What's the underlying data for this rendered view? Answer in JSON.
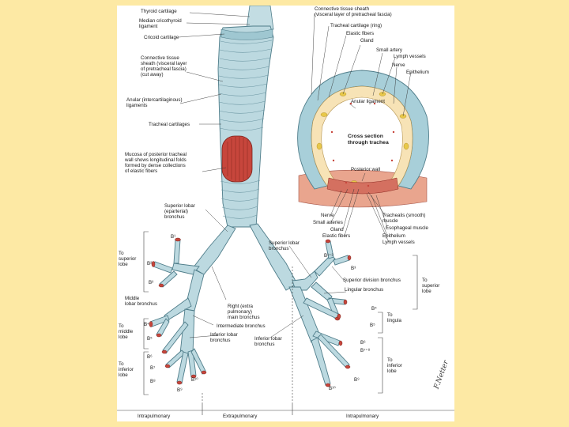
{
  "colors": {
    "page_background": "#fde9a4",
    "plate_background": "#ffffff",
    "airway_fill": "#bcd9e0",
    "airway_stroke": "#4f7d8a",
    "ring_fill": "#a8cfd9",
    "muscle_red": "#c7463c",
    "esophagus_pink": "#e9a58e",
    "gland_yellow": "#e8c84a"
  },
  "labels": {
    "thyroid_cartilage": "Thyroid cartilage",
    "median_cricothyroid": "Median cricothyroid\nligament",
    "cricoid_cartilage": "Cricoid cartilage",
    "connective_sheath_left": "Connective tissue\nsheath (visceral layer\nof pretracheal fascia)\n(cut away)",
    "anular_ligaments": "Anular (intercartilaginous)\nligaments",
    "tracheal_cartilages": "Tracheal cartilages",
    "mucosa_note": "Mucosa of posterior tracheal\nwall shows longitudinal folds\nformed by dense collections\nof elastic fibers",
    "superior_lobar_right": "Superior lobar\n(eparterial)\nbronchus",
    "to_superior_lobe_left": "To\nsuperior\nlobe",
    "middle_lobar_bronchus": "Middle\nlobar bronchus",
    "to_middle_lobe": "To\nmiddle\nlobe",
    "to_inferior_lobe_left": "To\ninferior\nlobe",
    "right_main_bronchus": "Right (extra\npulmonary)\nmain bronchus",
    "intermediate_bronchus": "Intermediate bronchus",
    "inferior_lobar_right": "Inferior lobar\nbronchus",
    "superior_lobar_left": "Superior lobar\nbronchus",
    "inferior_lobar_left": "Inferior lobar\nbronchus",
    "superior_division": "Superior division bronchus",
    "lingular_bronchus": "Lingular bronchus",
    "to_superior_lobe_right": "To\nsuperior\nlobe",
    "to_lingula": "To\nlingula",
    "to_inferior_lobe_right": "To\ninferior\nlobe",
    "connective_sheath_right": "Connective tissue sheath\n(visceral layer of pretracheal fascia)",
    "tracheal_cartilage_ring": "Tracheal cartilage (ring)",
    "elastic_fibers_top": "Elastic fibers",
    "gland_top": "Gland",
    "small_artery": "Small artery",
    "lymph_vessels_top": "Lymph vessels",
    "nerve_top": "Nerve",
    "epithelium_top": "Epithelium",
    "anular_ligament": "Anular ligament",
    "cross_section": "Cross section\nthrough trachea",
    "posterior_wall": "Posterior wall",
    "nerve_bottom": "Nerve",
    "small_arteries": "Small arteries",
    "gland_bottom": "Gland",
    "elastic_fibers_bottom": "Elastic fibers",
    "trachealis_muscle": "Trachealis (smooth)\nmuscle",
    "esophageal_muscle": "Esophageal muscle",
    "epithelium_bottom": "Epithelium",
    "lymph_vessels_bottom": "Lymph vessels",
    "intrapulmonary_left": "Intrapulmonary",
    "extrapulmonary": "Extrapulmonary",
    "intrapulmonary_right": "Intrapulmonary",
    "signature": "F.Netter"
  },
  "segments_right": {
    "b1": "B¹",
    "b2": "B²",
    "b3": "B³",
    "b4": "B⁴",
    "b5": "B⁵",
    "b6": "B⁶",
    "b7": "B⁷",
    "b8": "B⁸",
    "b9": "B⁹",
    "b10": "B¹⁰"
  },
  "segments_left": {
    "b12": "B¹⁺²",
    "b3": "B³",
    "b4": "B⁴",
    "b5": "B⁵",
    "b6": "B⁶",
    "b78": "B⁷⁺⁸",
    "b9": "B⁹",
    "b10": "B¹⁰"
  }
}
